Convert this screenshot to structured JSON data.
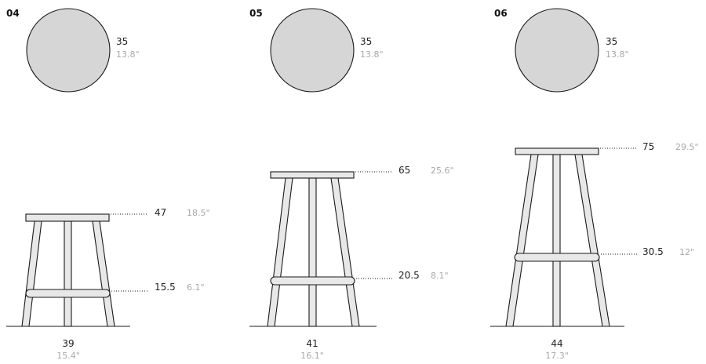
{
  "stools": [
    {
      "number": "04",
      "seat_diameter": "35",
      "seat_diameter_in": "13.8\"",
      "seat_height": "47",
      "seat_height_in": "18.5\"",
      "foot_height": "15.5",
      "foot_height_in": "6.1\"",
      "base_width": "39",
      "base_width_in": "15.4\""
    },
    {
      "number": "05",
      "seat_diameter": "35",
      "seat_diameter_in": "13.8\"",
      "seat_height": "65",
      "seat_height_in": "25.6\"",
      "foot_height": "20.5",
      "foot_height_in": "8.1\"",
      "base_width": "41",
      "base_width_in": "16.1\""
    },
    {
      "number": "06",
      "seat_diameter": "35",
      "seat_diameter_in": "13.8\"",
      "seat_height": "75",
      "seat_height_in": "29.5\"",
      "foot_height": "30.5",
      "foot_height_in": "12\"",
      "base_width": "44",
      "base_width_in": "17.3\""
    }
  ],
  "colors": {
    "seat_top_fill": "#d6d6d6",
    "wood_fill": "#e8e8e8",
    "line": "#1a1a1a",
    "imperial_text": "#a8a8a8"
  }
}
